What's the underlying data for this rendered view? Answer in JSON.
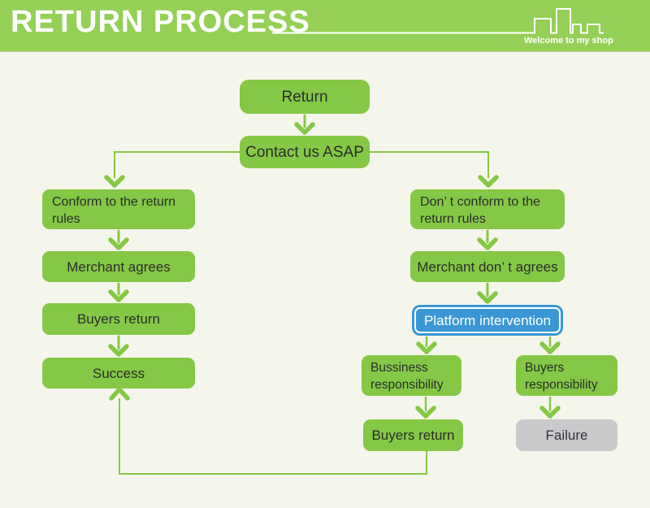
{
  "header": {
    "title": "RETURN PROCESS",
    "tagline": "Welcome to my shop"
  },
  "colors": {
    "header_bg": "#94d056",
    "node_green": "#85c845",
    "node_blue": "#3b97d4",
    "node_gray": "#c9cacb",
    "canvas_bg": "#f5f6eb",
    "text_dark": "#2a2d2a",
    "text_light": "#ffffff"
  },
  "icons": {
    "skyline": "city-skyline-icon"
  },
  "flowchart": {
    "nodes": {
      "return": "Return",
      "contact": "Contact us ASAP",
      "conform": "Conform to the return rules",
      "merchant_agrees": "Merchant agrees",
      "buyers_return_left": "Buyers return",
      "success": "Success",
      "dont_conform": "Don’ t conform to the return rules",
      "merchant_dont_agrees": "Merchant don’ t agrees",
      "platform": "Platform intervention",
      "bussiness_resp": "Bussiness responsibility",
      "buyers_resp": "Buyers responsibility",
      "buyers_return_right": "Buyers return",
      "failure": "Failure"
    }
  }
}
